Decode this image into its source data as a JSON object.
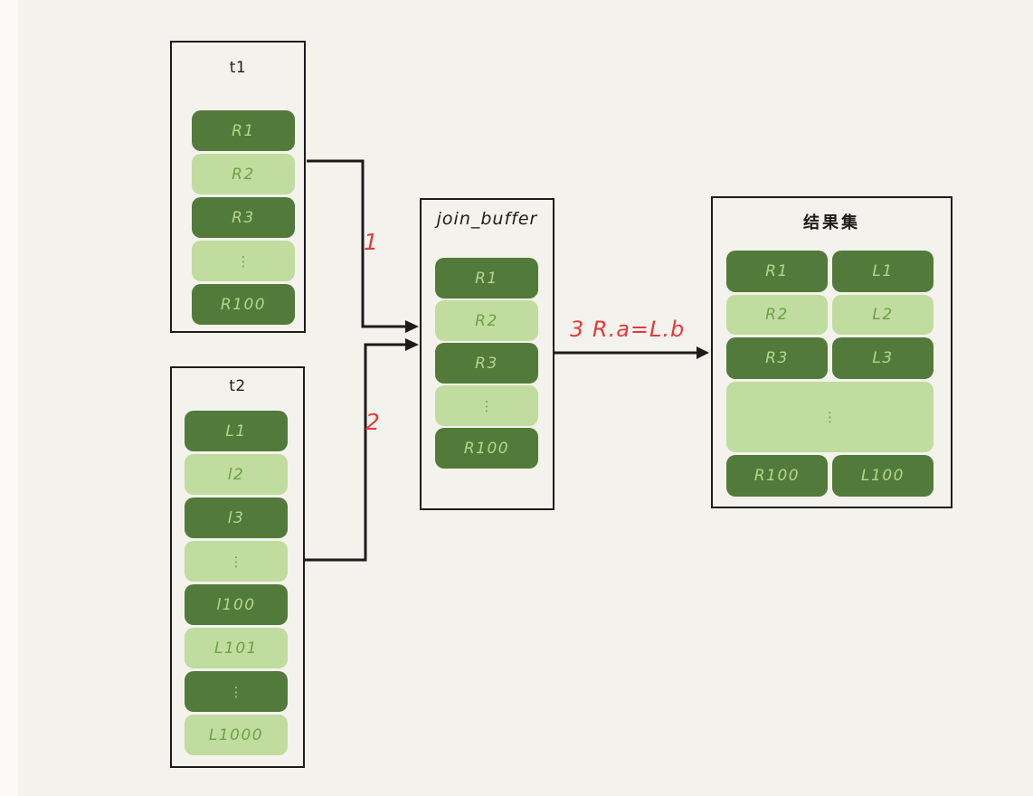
{
  "colors": {
    "background": "#f4f2ec",
    "stroke": "#1c1c1c",
    "cell_dark": "#527b3b",
    "cell_light": "#c0dc9e",
    "text_on_dark": "#b5d68a",
    "text_on_light": "#6f9f49",
    "annotation_red": "#e23b3b"
  },
  "tables": {
    "t1": {
      "title": "t1",
      "rows": [
        {
          "label": "R1",
          "tone": "dark"
        },
        {
          "label": "R2",
          "tone": "light"
        },
        {
          "label": "R3",
          "tone": "dark"
        },
        {
          "label": "⋮",
          "tone": "light"
        },
        {
          "label": "R100",
          "tone": "dark"
        }
      ]
    },
    "t2": {
      "title": "t2",
      "rows": [
        {
          "label": "L1",
          "tone": "dark"
        },
        {
          "label": "l2",
          "tone": "light"
        },
        {
          "label": "l3",
          "tone": "dark"
        },
        {
          "label": "⋮",
          "tone": "light"
        },
        {
          "label": "l100",
          "tone": "dark"
        },
        {
          "label": "L101",
          "tone": "light"
        },
        {
          "label": "⋮",
          "tone": "dark"
        },
        {
          "label": "L1000",
          "tone": "light"
        }
      ]
    },
    "join_buffer": {
      "title": "join_buffer",
      "rows": [
        {
          "label": "R1",
          "tone": "dark"
        },
        {
          "label": "R2",
          "tone": "light"
        },
        {
          "label": "R3",
          "tone": "dark"
        },
        {
          "label": "⋮",
          "tone": "light"
        },
        {
          "label": "R100",
          "tone": "dark"
        }
      ]
    },
    "result": {
      "title": "结果集",
      "rows": [
        {
          "left": "R1",
          "right": "L1",
          "tone": "dark"
        },
        {
          "left": "R2",
          "right": "L2",
          "tone": "light"
        },
        {
          "left": "R3",
          "right": "L3",
          "tone": "dark"
        },
        {
          "label": "⋮",
          "tone": "light",
          "wide": true
        },
        {
          "left": "R100",
          "right": "L100",
          "tone": "dark"
        }
      ]
    }
  },
  "annotations": {
    "step1": "1",
    "step2": "2",
    "step3": "3  R.a=L.b"
  }
}
